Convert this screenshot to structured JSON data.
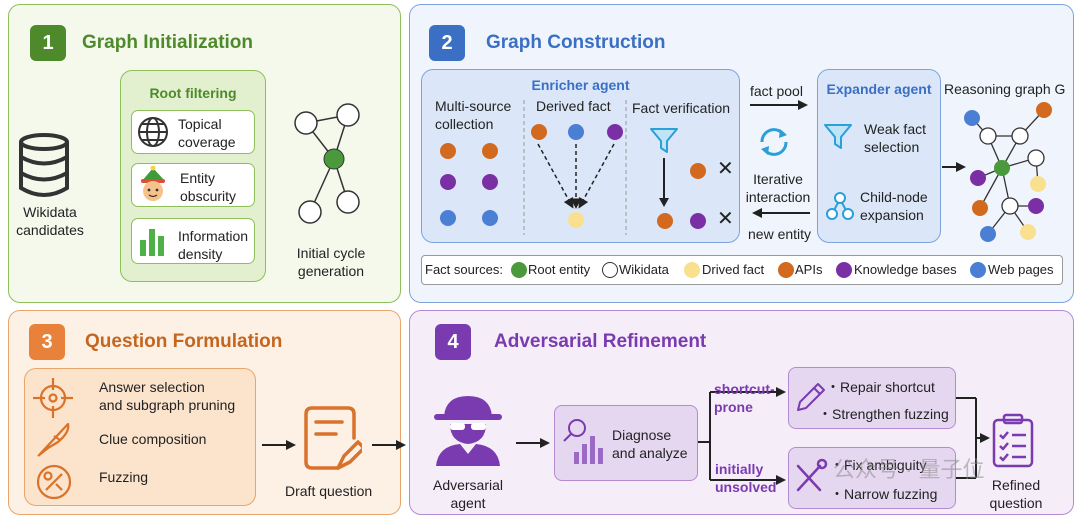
{
  "colors": {
    "green": "#5a8f2e",
    "blue": "#3a6fc4",
    "orange": "#d9722a",
    "purple": "#7b3bb0"
  },
  "p1": {
    "num": "1",
    "title": "Graph Initialization",
    "db_label": "Wikidata\ncandidates",
    "root_filtering": "Root filtering",
    "items": [
      "Topical\ncoverage",
      "Entity\nobscurity",
      "Information\ndensity"
    ],
    "cycle_label": "Initial cycle\ngeneration"
  },
  "p2": {
    "num": "2",
    "title": "Graph Construction",
    "enricher": "Enricher agent",
    "col1": "Multi-source\ncollection",
    "col2": "Derived fact",
    "col3": "Fact verification",
    "fact_pool": "fact pool",
    "iterative": "Iterative\ninteraction",
    "new_entity": "new entity",
    "expander": "Expander agent",
    "weak": "Weak fact\nselection",
    "child": "Child-node\nexpansion",
    "reasoning": "Reasoning graph G",
    "legend_prefix": "Fact sources:",
    "legend": [
      "Root entity",
      "Wikidata",
      "Drived fact",
      "APIs",
      "Knowledge bases",
      "Web pages"
    ]
  },
  "p3": {
    "num": "3",
    "title": "Question Formulation",
    "items": [
      "Answer selection\nand subgraph pruning",
      "Clue composition",
      "Fuzzing"
    ],
    "draft": "Draft question"
  },
  "p4": {
    "num": "4",
    "title": "Adversarial Refinement",
    "agent": "Adversarial\nagent",
    "diagnose": "Diagnose\nand analyze",
    "shortcut": "shortcut-\nprone",
    "unsolved": "initially\nunsolved",
    "fix1": [
      "・Repair shortcut",
      "・Strengthen fuzzing"
    ],
    "fix2": [
      "・Fix ambiguity",
      "・Narrow fuzzing"
    ],
    "refined": "Refined\nquestion"
  },
  "watermark": "公众号 · 量子位"
}
